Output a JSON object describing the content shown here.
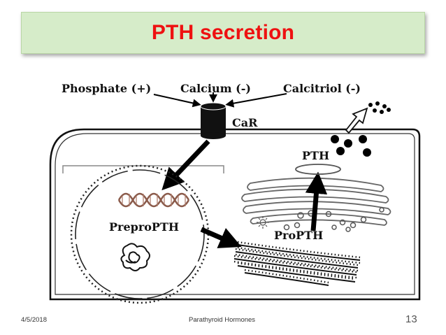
{
  "slide": {
    "title": "PTH secretion",
    "date": "4/5/2018",
    "footer": "Parathyroid  Hormones",
    "number": "13"
  },
  "diagram": {
    "inputs": {
      "phosphate": "Phosphate (+)",
      "calcium": "Calcium (-)",
      "calcitriol": "Calcitriol (-)"
    },
    "receptor": "CaR",
    "nucleus_label": "PreproPTH",
    "golgi_label": "ProPTH",
    "secreted_label": "PTH"
  }
}
